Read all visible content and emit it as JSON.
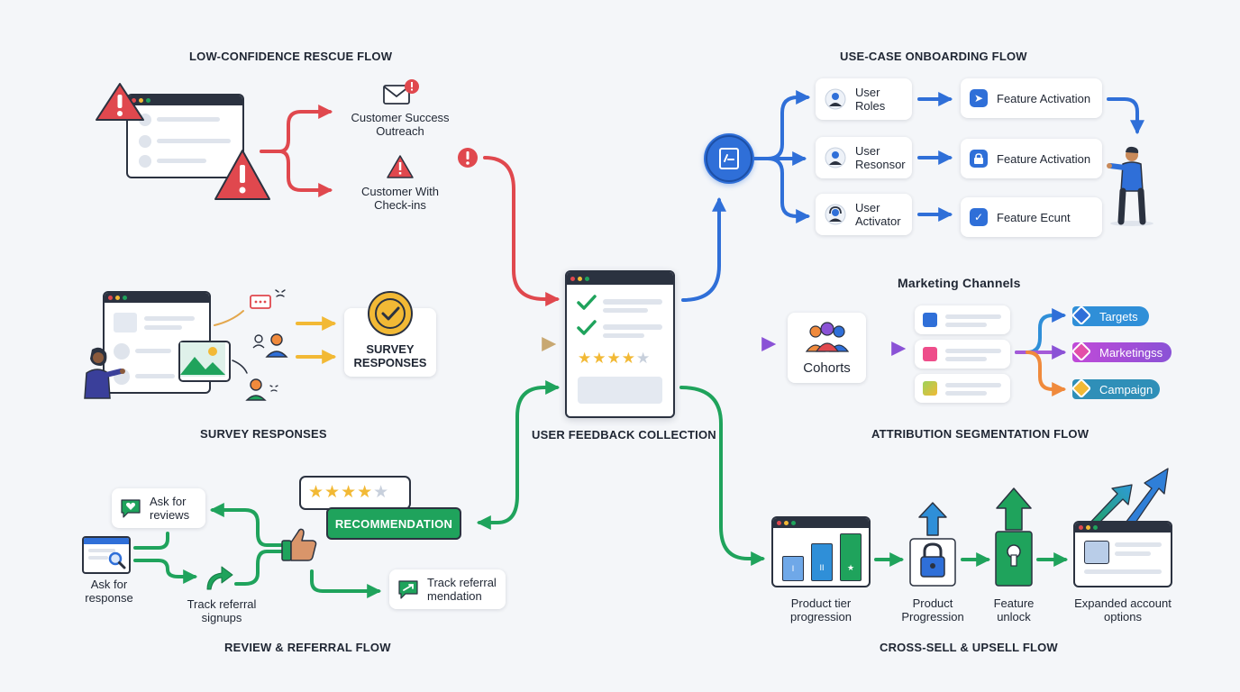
{
  "titles": {
    "rescue": "LOW-CONFIDENCE RESCUE FLOW",
    "onboarding": "USE-CASE ONBOARDING FLOW",
    "marketing": "Marketing Channels",
    "survey": "SURVEY RESPONSES",
    "center": "USER FEEDBACK COLLECTION",
    "attribution": "ATTRIBUTION SEGMENTATION FLOW",
    "review": "REVIEW & REFERRAL FLOW",
    "crosssell": "CROSS-SELL & UPSELL FLOW"
  },
  "rescue": {
    "outreach": "Customer Success Outreach",
    "checkins": "Customer With Check-ins"
  },
  "onboarding": {
    "roles": [
      {
        "name": "User Roles",
        "feature": "Feature Activation",
        "icon": "rocket-icon"
      },
      {
        "name": "User Resonsor",
        "feature": "Feature Activation",
        "icon": "lock-icon"
      },
      {
        "name": "User Activator",
        "feature": "Feature Ecunt",
        "icon": "check-icon"
      }
    ]
  },
  "survey": {
    "badge": "SURVEY RESPONSES"
  },
  "attribution": {
    "cohorts": "Cohorts",
    "tags": [
      "Targets",
      "Marketingss",
      "Campaign"
    ]
  },
  "review": {
    "ask_reviews": "Ask for reviews",
    "ask_response": "Ask for response",
    "track_signups": "Track referral signups",
    "recommendation": "RECOMMENDATION",
    "track_mendation": "Track referral mendation"
  },
  "crosssell": {
    "tier": "Product tier progression",
    "progression": "Product Progression",
    "unlock": "Feature unlock",
    "expanded": "Expanded account options"
  },
  "colors": {
    "red": "#e0484e",
    "blue": "#2f6fd8",
    "green": "#1fa35c",
    "yellow": "#f2b935",
    "purple": "#8a52d6",
    "dark": "#2b3240"
  }
}
